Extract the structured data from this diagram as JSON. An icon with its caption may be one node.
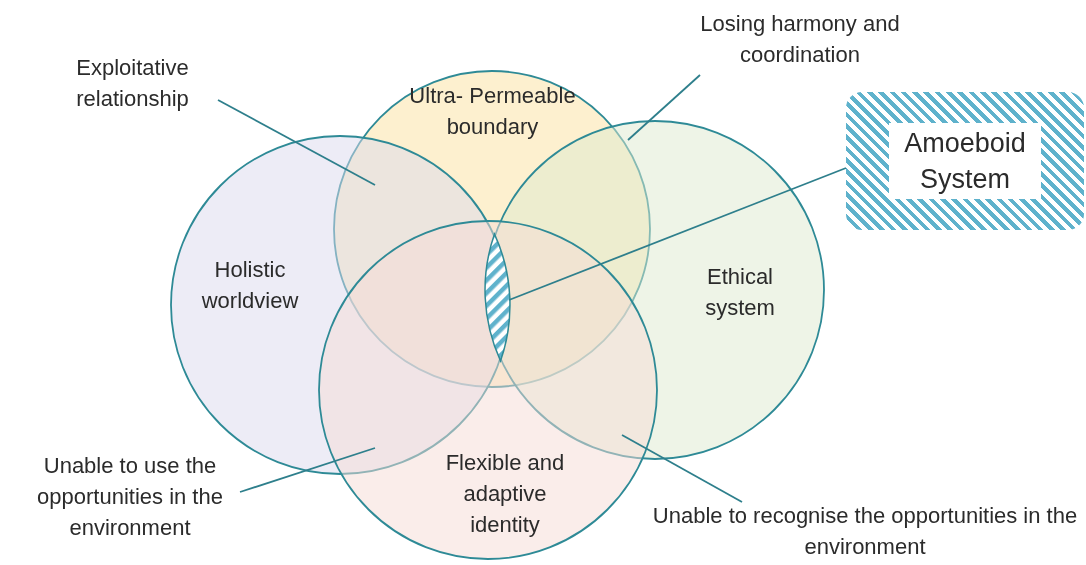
{
  "diagram": {
    "nodes": [
      {
        "text": [
          "Losing harmony and coordination"
        ]
      },
      {
        "text": [
          "Exploitative relationship"
        ]
      },
      {
        "text": [
          "Ultra- Permeable boundary"
        ]
      },
      {
        "text": [
          "Amoeboid System"
        ]
      },
      {
        "text": [
          "Holistic worldview"
        ]
      },
      {
        "text": [
          "Ethical system"
        ]
      },
      {
        "text": [],
        "shape": "lens"
      },
      {
        "text": [
          "Unable to use the opportunities in the environment"
        ]
      },
      {
        "text": [
          "Flexible and adaptive identity"
        ]
      },
      {
        "text": [
          "Unable to recognise the opportunities in the environment"
        ]
      }
    ],
    "edges": [
      {
        "from": 1,
        "to": 2,
        "arrow": "none"
      },
      {
        "from": 0,
        "to": 5,
        "arrow": "none"
      },
      {
        "from": 3,
        "to": 6,
        "arrow": "none"
      },
      {
        "from": 7,
        "to": 4,
        "arrow": "none"
      },
      {
        "from": 9,
        "to": 5,
        "arrow": "none"
      }
    ]
  }
}
